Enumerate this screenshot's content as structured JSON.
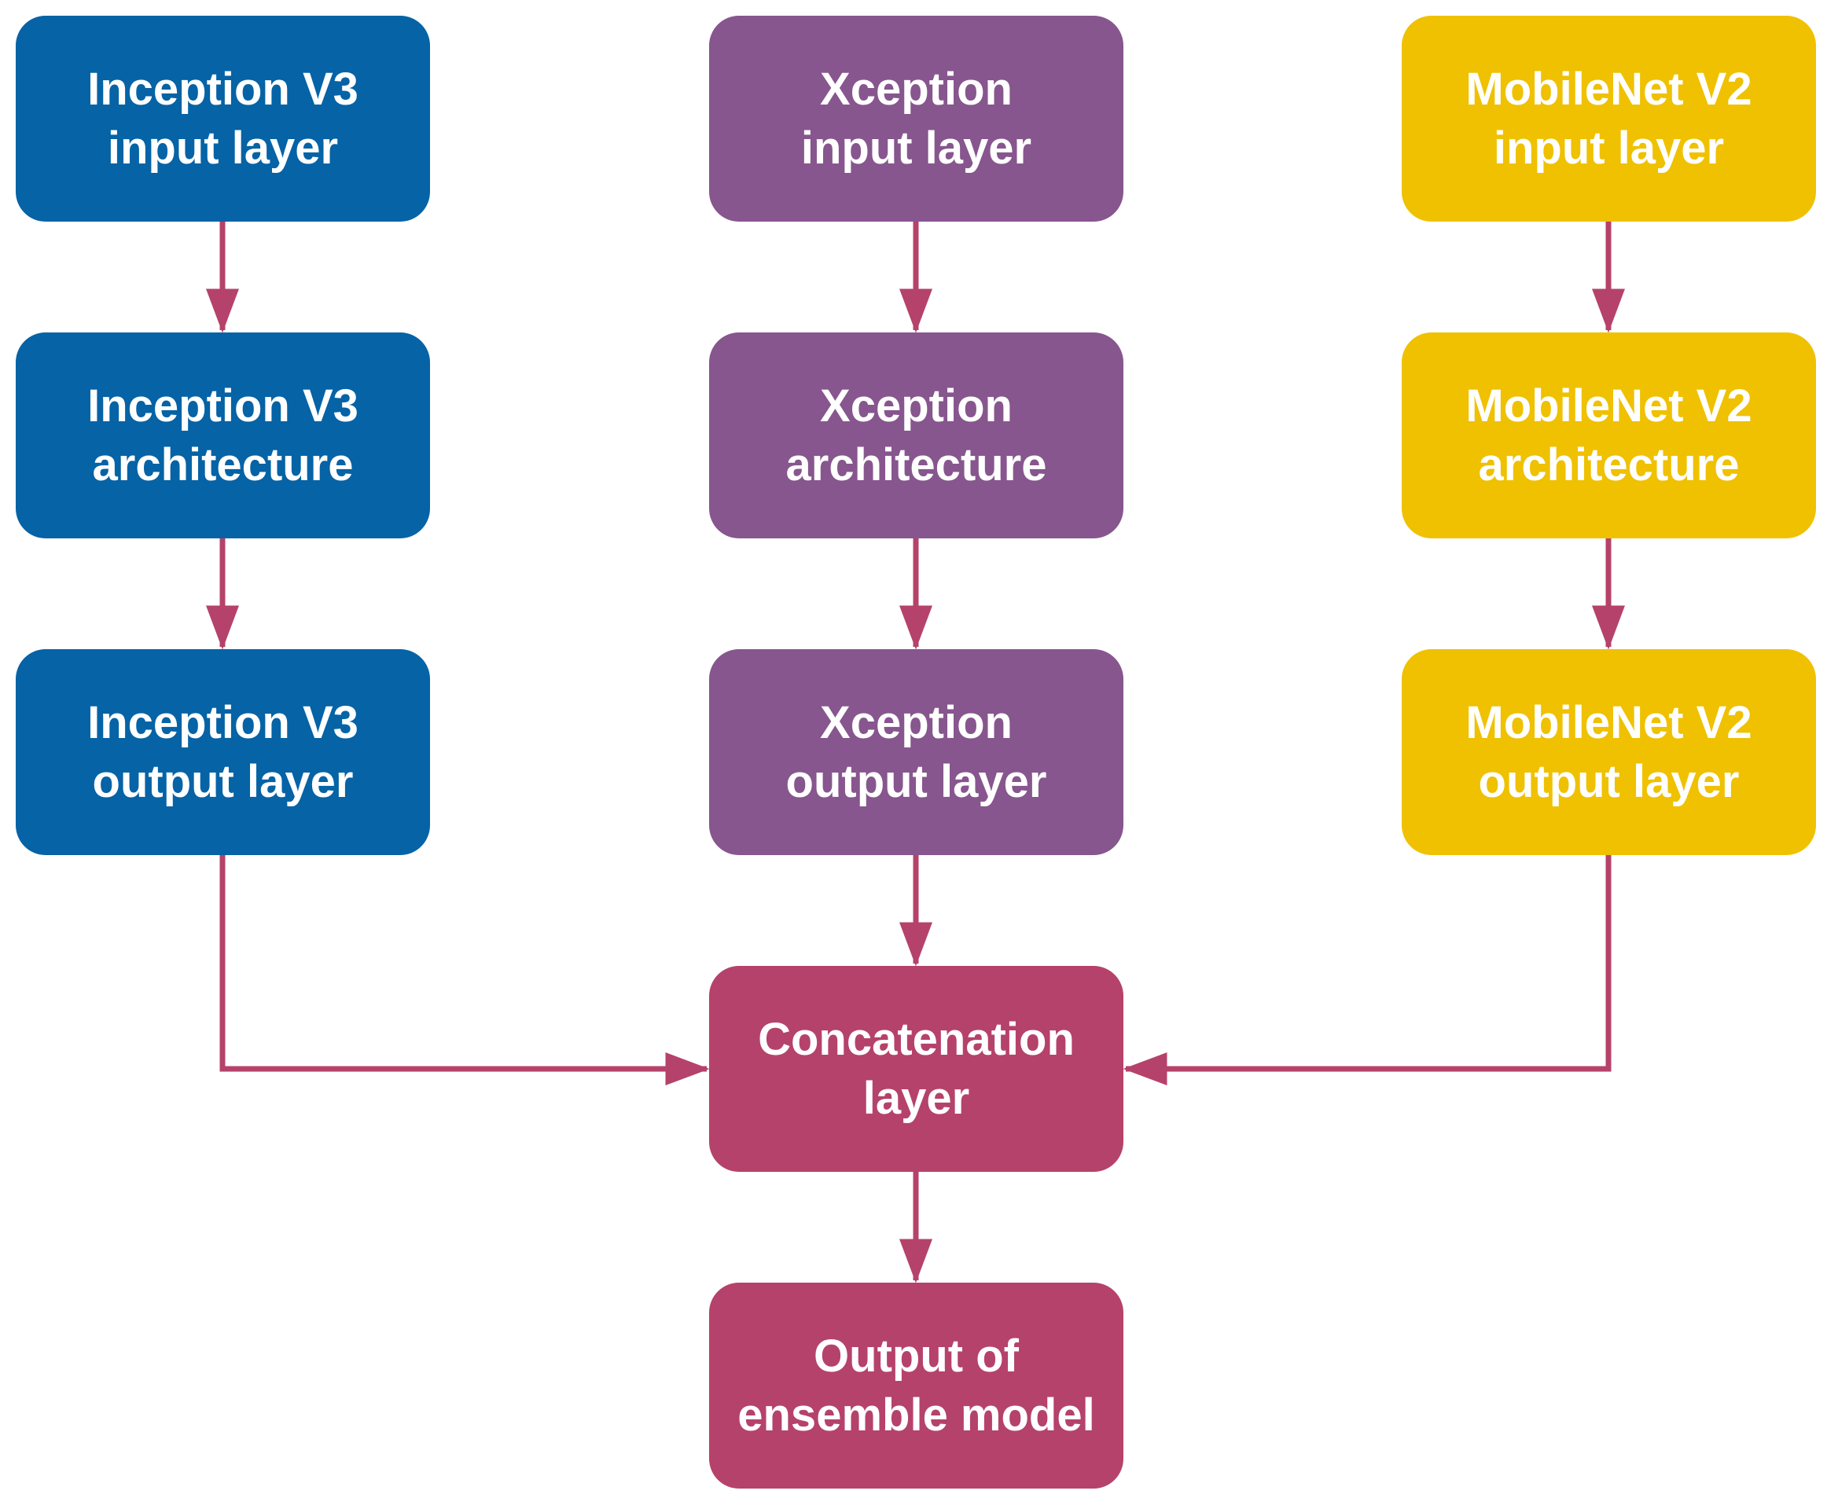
{
  "colors": {
    "inception": "#0563A6",
    "xception": "#87568E",
    "mobilenet": "#EFC100",
    "ensemble": "#B5426A",
    "arrow": "#B5426A"
  },
  "nodes": {
    "inception_input": {
      "line1": "Inception V3",
      "line2": "input layer"
    },
    "inception_arch": {
      "line1": "Inception V3",
      "line2": "architecture"
    },
    "inception_output": {
      "line1": "Inception V3",
      "line2": "output layer"
    },
    "xception_input": {
      "line1": "Xception",
      "line2": "input layer"
    },
    "xception_arch": {
      "line1": "Xception",
      "line2": "architecture"
    },
    "xception_output": {
      "line1": "Xception",
      "line2": "output layer"
    },
    "mobilenet_input": {
      "line1": "MobileNet V2",
      "line2": "input layer"
    },
    "mobilenet_arch": {
      "line1": "MobileNet V2",
      "line2": "architecture"
    },
    "mobilenet_output": {
      "line1": "MobileNet V2",
      "line2": "output layer"
    },
    "concat": {
      "line1": "Concatenation",
      "line2": "layer"
    },
    "ensemble_output": {
      "line1": "Output of",
      "line2": "ensemble model"
    }
  },
  "edges": [
    {
      "from": "inception_input",
      "to": "inception_arch"
    },
    {
      "from": "inception_arch",
      "to": "inception_output"
    },
    {
      "from": "xception_input",
      "to": "xception_arch"
    },
    {
      "from": "xception_arch",
      "to": "xception_output"
    },
    {
      "from": "mobilenet_input",
      "to": "mobilenet_arch"
    },
    {
      "from": "mobilenet_arch",
      "to": "mobilenet_output"
    },
    {
      "from": "inception_output",
      "to": "concat"
    },
    {
      "from": "xception_output",
      "to": "concat"
    },
    {
      "from": "mobilenet_output",
      "to": "concat"
    },
    {
      "from": "concat",
      "to": "ensemble_output"
    }
  ]
}
